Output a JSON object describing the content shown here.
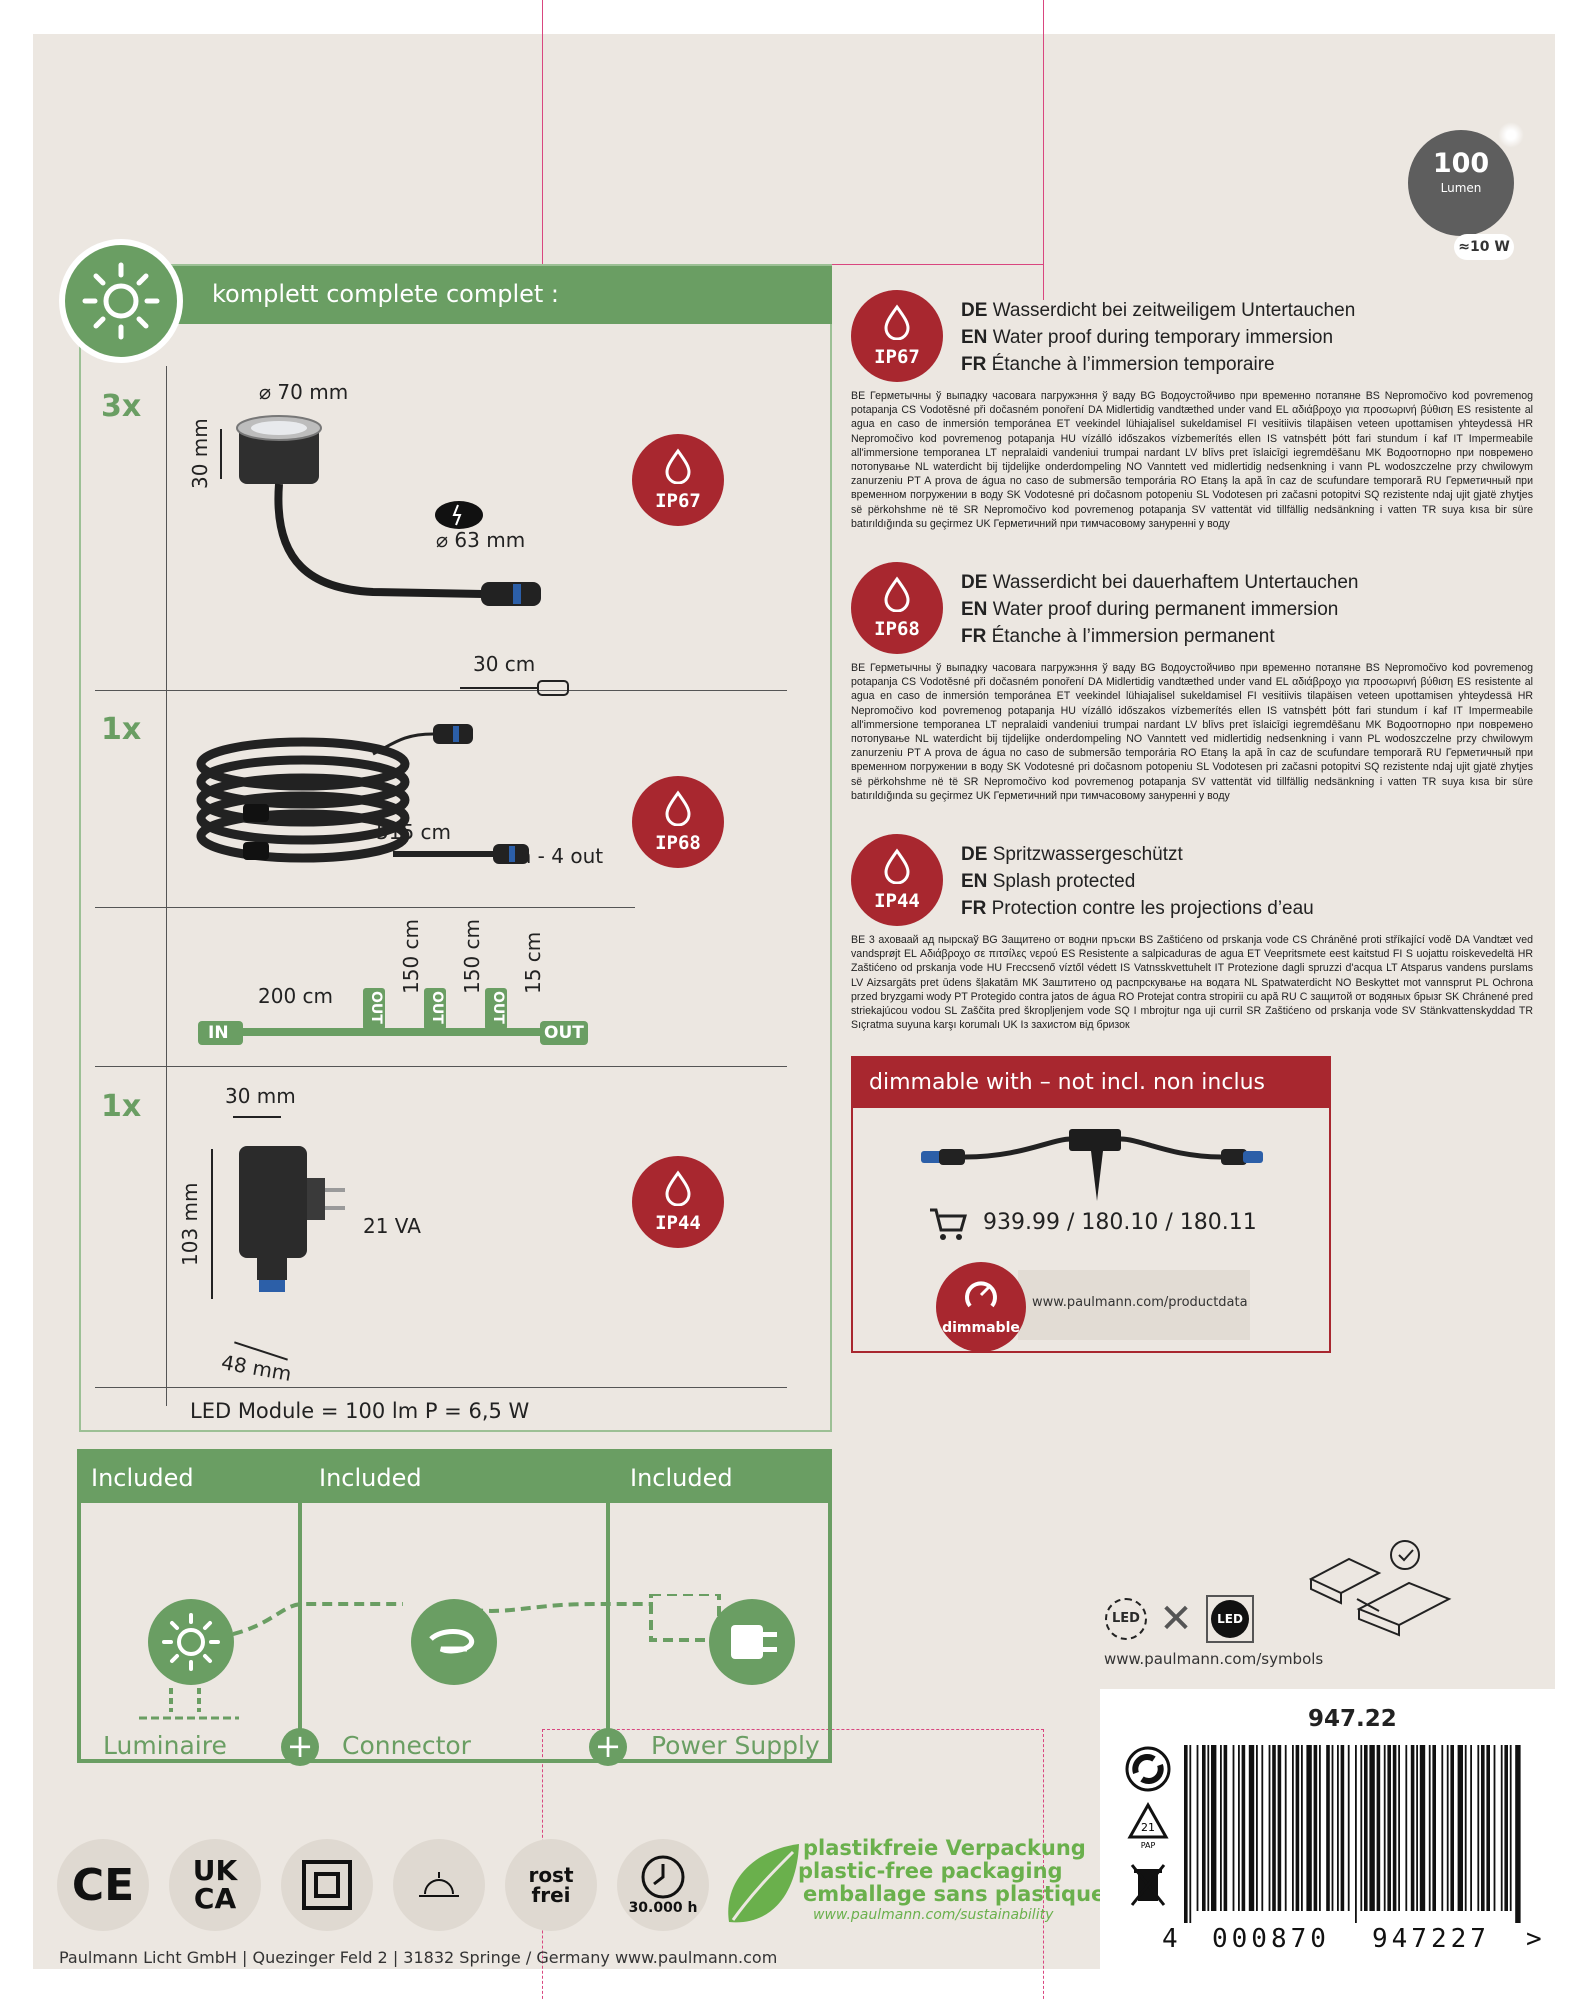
{
  "lumen_badge": {
    "value": "100",
    "unit": "Lumen",
    "equiv": "≈10 W"
  },
  "complete_header": "komplett  complete  complet :",
  "items": {
    "spot": {
      "qty": "3x",
      "diameter": "⌀ 70 mm",
      "height": "30 mm",
      "hole": "⌀ 63 mm",
      "cable": "30 cm",
      "ip": "IP67"
    },
    "cable": {
      "qty": "1x",
      "length": "515 cm",
      "ports": "1 in - 4 out",
      "ip": "IP68"
    },
    "wiring": {
      "in": "IN",
      "out": "OUT",
      "outlet": "OUT",
      "seg1": "200 cm",
      "seg2": "150 cm",
      "seg3": "150 cm",
      "seg4": "15 cm"
    },
    "psu": {
      "qty": "1x",
      "width": "30 mm",
      "height": "103 mm",
      "depth": "48 mm",
      "power": "21 VA",
      "ip": "IP44"
    }
  },
  "led_module": "LED Module = 100 lm  P = 6,5 W",
  "ip_sections": [
    {
      "badge": "IP67",
      "lines": [
        {
          "lang": "DE",
          "text": "Wasserdicht bei zeitweiligem Untertauchen"
        },
        {
          "lang": "EN",
          "text": "Water proof during temporary immersion"
        },
        {
          "lang": "FR",
          "text": "Étanche à l’immersion temporaire"
        }
      ],
      "fine": "BE Герметычны ў выпадку часовага пагружэння ў ваду BG Водоустойчиво при временно потапяне BS Nepromočivo kod povremenog potapanja CS Vodotěsné při dočasném ponoření DA Midlertidig vandtæthed under vand EL αδιάβροχο για προσωρινή βύθιση ES resistente al agua en caso de inmersión temporánea ET veekindel lühiajalisel sukeldamisel FI vesitiivis tilapäisen veteen upottamisen yhteydessä HR Nepromočivo kod povremenog potapanja HU vízálló időszakos vízbemerítés ellen IS vatnsþétt þótt fari stundum í kaf IT Impermeabile all'immersione temporanea LT nepralaidi vandeniui trumpai nardant LV blīvs pret īslaicīgi iegremdēšanu MK Водоотпорно при повремено потопување NL waterdicht bij tijdelijke onderdompeling NO Vanntett ved midlertidig nedsenkning i vann PL wodoszczelne przy chwilowym zanurzeniu PT A prova de água no caso de submersão temporária RO Etanş la apă în caz de scufundare temporară RU Герметичный при временном погружении в воду SK Vodotesné pri dočasnom potopeniu SL Vodotesen pri začasni potopitvi SQ rezistente ndaj ujit gjatë zhytjes së përkohshme në të SR Nepromočivo kod povremenog potapanja SV vattentät vid tillfällig nedsänkning i vatten TR suya kısa bir süre batırıldığında su geçirmez UK Герметичний при тимчасовому зануренні у воду"
    },
    {
      "badge": "IP68",
      "lines": [
        {
          "lang": "DE",
          "text": "Wasserdicht bei dauerhaftem Untertauchen"
        },
        {
          "lang": "EN",
          "text": "Water proof during permanent immersion"
        },
        {
          "lang": "FR",
          "text": "Étanche à l’immersion permanent"
        }
      ],
      "fine": "BE Герметычны ў выпадку часовага пагружэння ў ваду BG Водоустойчиво при временно потапяне BS Nepromočivo kod povremenog potapanja CS Vodotěsné při dočasném ponoření DA Midlertidig vandtæthed under vand EL αδιάβροχο για προσωρινή βύθιση ES resistente al agua en caso de inmersión temporánea ET veekindel lühiajalisel sukeldamisel FI vesitiivis tilapäisen veteen upottamisen yhteydessä HR Nepromočivo kod povremenog potapanja HU vízálló időszakos vízbemerítés ellen IS vatnsþétt þótt fari stundum í kaf IT Impermeabile all'immersione temporanea LT nepralaidi vandeniui trumpai nardant LV blīvs pret īslaicīgi iegremdēšanu MK Водоотпорно при повремено потопување NL waterdicht bij tijdelijke onderdompeling NO Vanntett ved midlertidig nedsenkning i vann PL wodoszczelne przy chwilowym zanurzeniu PT A prova de água no caso de submersão temporária RO Etanş la apă în caz de scufundare temporară RU Герметичный при временном погружении в воду SK Vodotesné pri dočasnom potopeniu SL Vodotesen pri začasni potopitvi SQ rezistente ndaj ujit gjatë zhytjes së përkohshme në të SR Nepromočivo kod povremenog potapanja SV vattentät vid tillfällig nedsänkning i vatten TR suya kısa bir süre batırıldığında su geçirmez UK Герметичний при тимчасовому зануренні у воду"
    },
    {
      "badge": "IP44",
      "lines": [
        {
          "lang": "DE",
          "text": "Spritzwassergeschützt"
        },
        {
          "lang": "EN",
          "text": "Splash protected"
        },
        {
          "lang": "FR",
          "text": "Protection contre les projections d’eau"
        }
      ],
      "fine": "BE 3 аховаай ад пырскаў BG Защитено от водни пръски BS Zaštićeno od prskanja vode CS Chráněné proti stříkající vodě DA Vandtæt ved vandsprøjt EL Αδιάβροχο σε πιτσίλες νερού ES Resistente a salpicaduras de agua ET Veepritsmete eest kaitstud FI S uojattu roiskevedeltä HR Zaštićeno od prskanja vode HU Freccsenő víztől védett IS Vatnsskvettuhelt IT Protezione dagli spruzzi d'acqua LT Atsparus vandens purslams LV Aizsargāts pret ūdens šļakatām MK Заштитено од распрскување на водата NL Spatwaterdicht NO Beskyttet mot vannsprut PL Ochrona przed bryzgami wody PT Protegido contra jatos de água RO Protejat contra stropirii cu apă RU С защитой от водяных брызг SK Chránené pred striekajúcou vodou SL Zaščita pred škropljenjem vode SQ I mbrojtur nga uji curril SR Zaštićeno od prskanja vode SV Stänkvattenskyddad TR Sıçratma suyuna karşı korumalı UK Із захистом від бризок"
    }
  ],
  "dimmable": {
    "header": "dimmable with – not incl.   non inclus",
    "articles": "939.99 / 180.10 / 180.11",
    "badge": "dimmable",
    "url": "www.paulmann.com/productdata"
  },
  "included": {
    "headers": [
      "Included",
      "Included",
      "Included"
    ],
    "labels": [
      "Luminaire",
      "Connector",
      "Power Supply"
    ]
  },
  "symbols_url": "www.paulmann.com/symbols",
  "led_icon": "LED",
  "article_no": "947.22",
  "barcode": {
    "first": "4",
    "group1": "000870",
    "group2": "947227",
    "end": ">"
  },
  "recycle": {
    "code": "21",
    "label": "PAP"
  },
  "certs": {
    "ce": "CE",
    "ukca_top": "UK",
    "ukca_bottom": "CA",
    "rost1": "rost",
    "rost2": "frei",
    "hours": "30.000 h"
  },
  "plastic_free": {
    "de": "plastikfreie Verpackung",
    "en": "plastic-free packaging",
    "fr": "emballage sans plastique",
    "url": "www.paulmann.com/sustainability"
  },
  "footer": "Paulmann Licht GmbH  |  Quezinger Feld 2  |  31832 Springe  /  Germany www.paulmann.com",
  "colors": {
    "green": "#6a9e63",
    "red": "#a8272f",
    "background": "#ece7e1"
  }
}
